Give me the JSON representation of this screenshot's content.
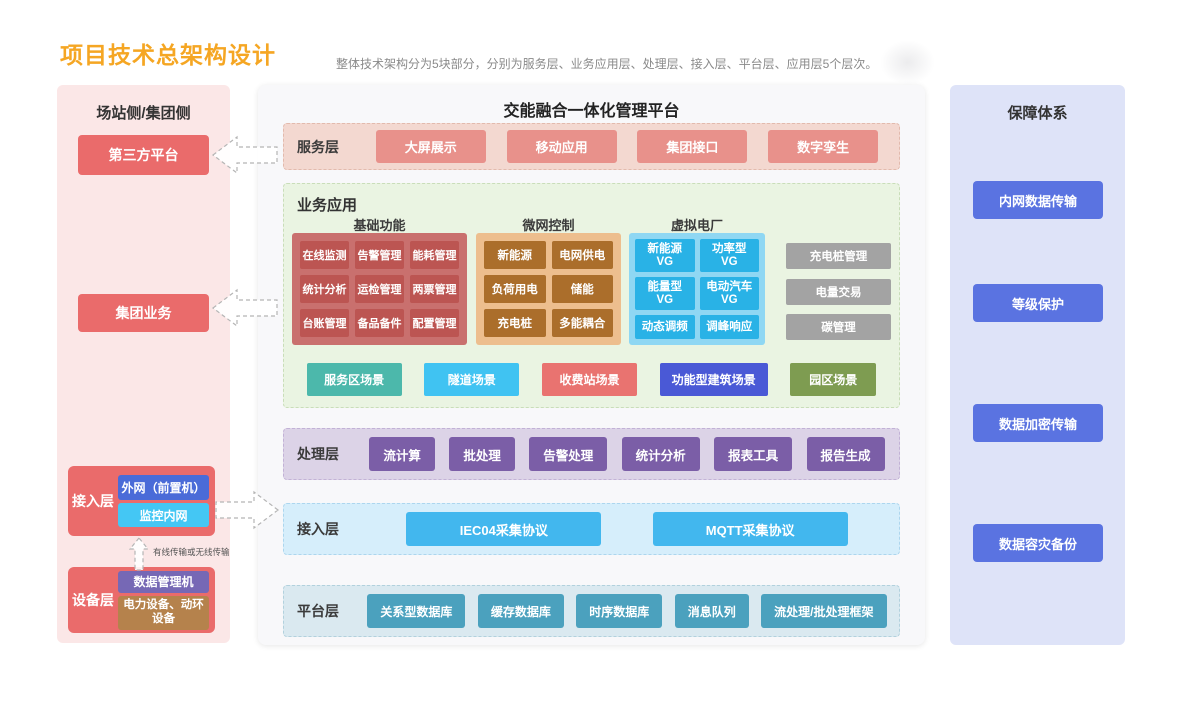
{
  "page": {
    "title": "项目技术总架构设计",
    "subtitle": "整体技术架构分为5块部分，分别为服务层、业务应用层、处理层、接入层、平台层、应用层5个层次。"
  },
  "left_panel": {
    "title": "场站侧/集团侧",
    "third_party_button": "第三方平台",
    "group_business_button": "集团业务",
    "access_box": {
      "label": "接入层",
      "outer_net_button": "外网（前置机）",
      "monitor_net_button": "监控内网"
    },
    "transfer_note": "有线传输或无线传输",
    "device_box": {
      "label": "设备层",
      "data_manager_button": "数据管理机",
      "power_device_button": "电力设备、动环设备"
    }
  },
  "platform": {
    "title": "交能融合一体化管理平台",
    "service_layer": {
      "label": "服务层",
      "buttons": [
        "大屏展示",
        "移动应用",
        "集团接口",
        "数字孪生"
      ]
    },
    "business_app": {
      "label": "业务应用",
      "basic_functions": {
        "title": "基础功能",
        "buttons": [
          "在线监测",
          "告警管理",
          "能耗管理",
          "统计分析",
          "运检管理",
          "两票管理",
          "台账管理",
          "备品备件",
          "配置管理"
        ]
      },
      "microgrid_control": {
        "title": "微网控制",
        "buttons": [
          "新能源",
          "电网供电",
          "负荷用电",
          "储能",
          "充电桩",
          "多能耦合"
        ]
      },
      "virtual_power_plant": {
        "title": "虚拟电厂",
        "buttons": [
          "新能源\nVG",
          "功率型\nVG",
          "能量型\nVG",
          "电动汽车\nVG",
          "动态调频",
          "调峰响应"
        ]
      },
      "side_buttons": [
        "充电桩管理",
        "电量交易",
        "碳管理"
      ],
      "scenario_buttons": [
        "服务区场景",
        "隧道场景",
        "收费站场景",
        "功能型建筑场景",
        "园区场景"
      ]
    },
    "process_layer": {
      "label": "处理层",
      "buttons": [
        "流计算",
        "批处理",
        "告警处理",
        "统计分析",
        "报表工具",
        "报告生成"
      ]
    },
    "access_layer": {
      "label": "接入层",
      "buttons": [
        "IEC04采集协议",
        "MQTT采集协议"
      ]
    },
    "platform_layer": {
      "label": "平台层",
      "buttons": [
        "关系型数据库",
        "缓存数据库",
        "时序数据库",
        "消息队列",
        "流处理/批处理框架"
      ]
    }
  },
  "right_panel": {
    "title": "保障体系",
    "buttons": [
      "内网数据传输",
      "等级保护",
      "数据加密传输",
      "数据容灾备份"
    ]
  },
  "colors": {
    "title_orange": "#F5A623",
    "left_panel_bg": "#FBE7E7",
    "red_button": "#EA6B6B",
    "service_button": "#E8918B",
    "basic_group_bg": "#C9706E",
    "basic_button": "#BC5552",
    "microgrid_group_bg": "#EDBE8E",
    "microgrid_button": "#AB6E2B",
    "vpp_group_bg": "#8FD7F3",
    "vpp_button": "#29B2E6",
    "gray_button": "#A3A3A3",
    "scenario_buttons": [
      "#4CB8AB",
      "#40C3F2",
      "#E97370",
      "#4A59D6",
      "#7E9C51"
    ],
    "process_button": "#7B5EA7",
    "access_button": "#42B7EE",
    "platform_button": "#4BA1BE",
    "guard_panel_bg": "#DEE3F8",
    "guard_button": "#5A73E1",
    "outer_net_blue": "#4A6BD8",
    "monitor_cyan": "#44C7F4",
    "data_manager_purple": "#7668B5",
    "power_device_brown": "#B5824C"
  }
}
